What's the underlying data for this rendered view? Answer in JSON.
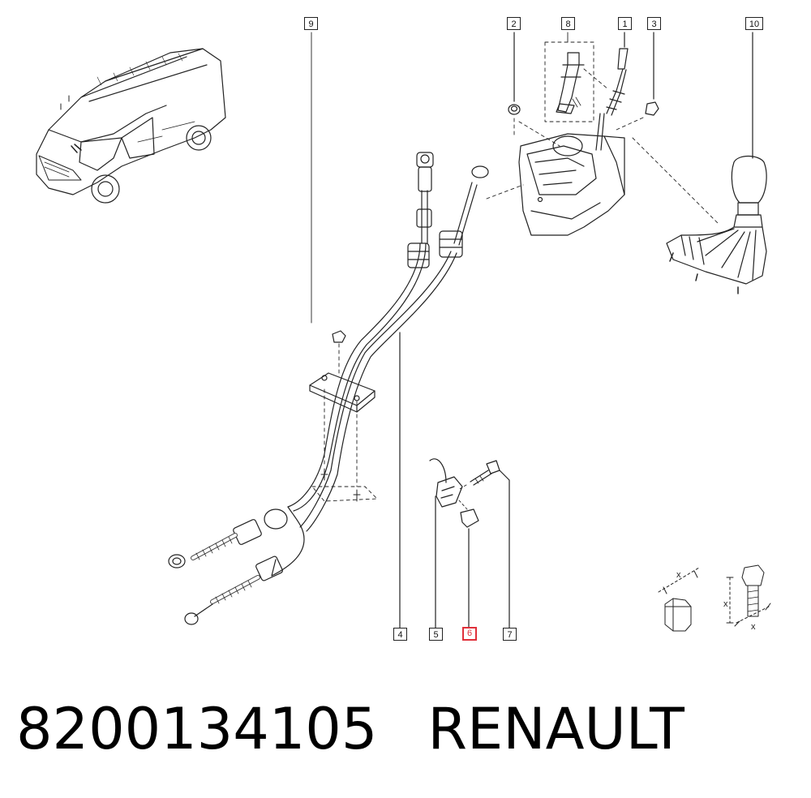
{
  "callouts": {
    "c1": "1",
    "c2": "2",
    "c3": "3",
    "c4": "4",
    "c5": "5",
    "c6": "6",
    "c7": "7",
    "c8": "8",
    "c9": "9",
    "c10": "10"
  },
  "dimension_labels": {
    "x_left": "x",
    "x_right_v": "x",
    "x_right_h": "x"
  },
  "caption": {
    "part_number": "8200134105",
    "brand": "RENAULT"
  },
  "highlight_color": "#e0303a",
  "highlighted_callout": "6"
}
